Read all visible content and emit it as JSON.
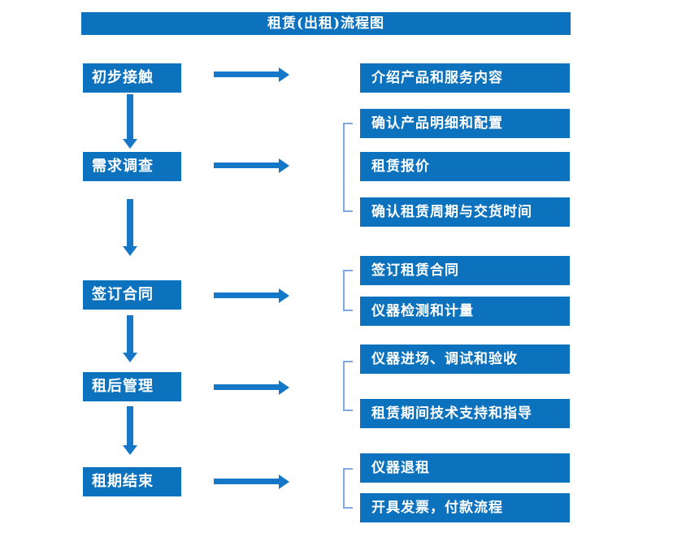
{
  "title": "租赁(出租)流程图",
  "colors": {
    "box_blue": "#0C72BE",
    "arrow_blue": "#1477C8",
    "bracket_blue": "#7FA9DE",
    "text_white": "#FFFFFF"
  },
  "flow": {
    "steps": [
      {
        "label": "初步接触",
        "details": [
          "介绍产品和服务内容"
        ]
      },
      {
        "label": "需求调查",
        "details": [
          "确认产品明细和配置",
          "租赁报价",
          "确认租赁周期与交货时间"
        ]
      },
      {
        "label": "签订合同",
        "details": [
          "签订租赁合同",
          "仪器检测和计量"
        ]
      },
      {
        "label": "租后管理",
        "details": [
          "仪器进场、调试和验收",
          "租赁期间技术支持和指导"
        ]
      },
      {
        "label": "租期结束",
        "details": [
          "仪器退租",
          "开具发票，付款流程"
        ]
      }
    ]
  }
}
